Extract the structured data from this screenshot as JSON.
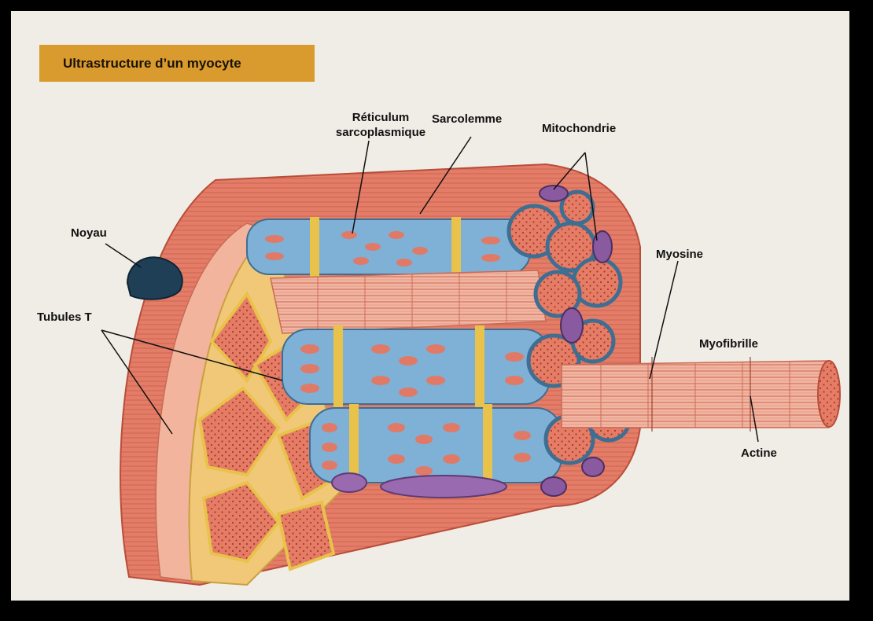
{
  "title": "Ultrastructure d’un myocyte",
  "labels": {
    "reticulum_line1": "Réticulum",
    "reticulum_line2": "sarcoplasmique",
    "sarcolemme": "Sarcolemme",
    "mitochondrie": "Mitochondrie",
    "noyau": "Noyau",
    "myosine": "Myosine",
    "tubules": "Tubules T",
    "myofibrille": "Myofibrille",
    "actine": "Actine"
  },
  "colors": {
    "background": "#f0ede6",
    "title_box": "#d99a2e",
    "muscle": "#e07a66",
    "muscle_dark": "#c95a48",
    "reticulum": "#6aa0c8",
    "tubule": "#e8c24a",
    "mitochondria": "#8a5aa0",
    "nucleus": "#1f3f57"
  }
}
